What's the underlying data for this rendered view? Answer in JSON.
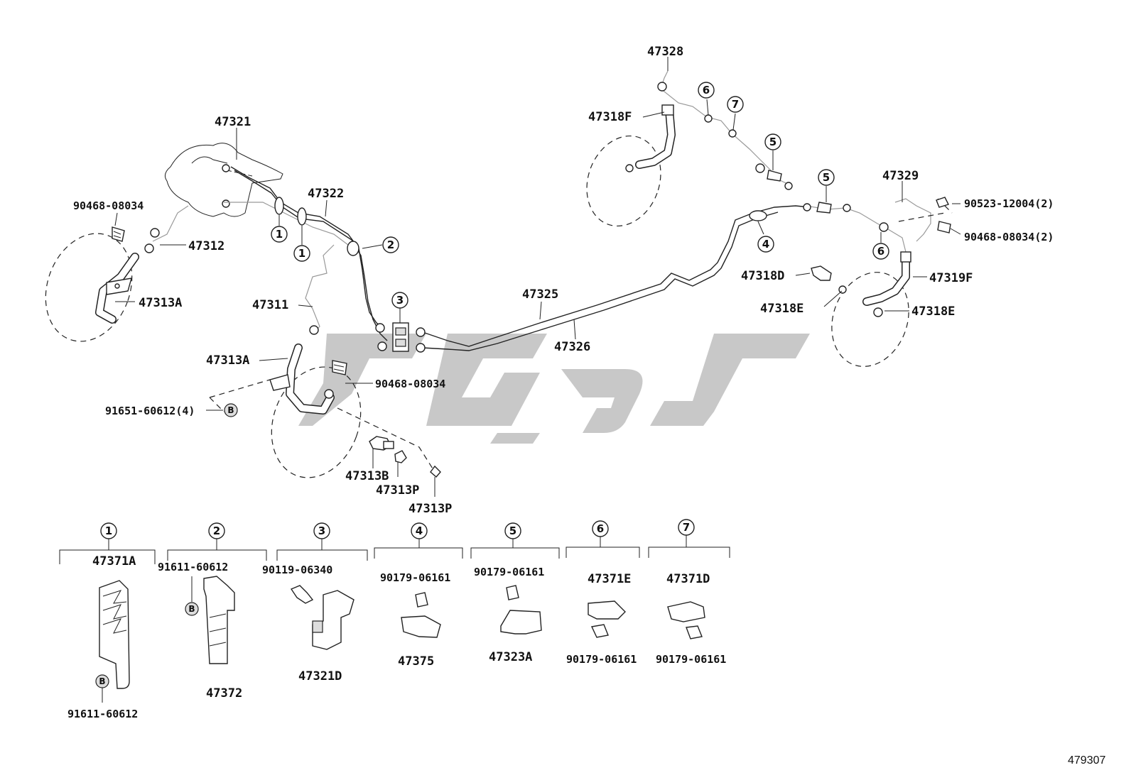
{
  "diagram": {
    "parts": {
      "p47328": "47328",
      "p47318F": "47318F",
      "p47321": "47321",
      "p47322": "47322",
      "p47329": "47329",
      "p90523": "90523-12004(2)",
      "p90468_2": "90468-08034(2)",
      "p90468_a": "90468-08034",
      "p47312": "47312",
      "p47313A_1": "47313A",
      "p47311": "47311",
      "p47325": "47325",
      "p47326": "47326",
      "p47318D": "47318D",
      "p47318E_1": "47318E",
      "p47318E_2": "47318E",
      "p47319F": "47319F",
      "p47313A_2": "47313A",
      "p90468_b": "90468-08034",
      "p91651": "91651-60612(4)",
      "p47313B": "47313B",
      "p47313P_1": "47313P",
      "p47313P_2": "47313P"
    },
    "callouts": {
      "c1": "1",
      "c2": "2",
      "c3": "3",
      "c4": "4",
      "c5": "5",
      "c6": "6",
      "c7": "7",
      "b": "B"
    },
    "groups": [
      {
        "num": "1",
        "parts": [
          "47371A",
          "91611-60612"
        ]
      },
      {
        "num": "2",
        "parts": [
          "91611-60612",
          "47372"
        ]
      },
      {
        "num": "3",
        "parts": [
          "90119-06340",
          "47321D"
        ]
      },
      {
        "num": "4",
        "parts": [
          "90179-06161",
          "47375"
        ]
      },
      {
        "num": "5",
        "parts": [
          "90179-06161",
          "47323A"
        ]
      },
      {
        "num": "6",
        "parts": [
          "47371E",
          "90179-06161"
        ]
      },
      {
        "num": "7",
        "parts": [
          "47371D",
          "90179-06161"
        ]
      }
    ],
    "illustration_id": "479307"
  }
}
